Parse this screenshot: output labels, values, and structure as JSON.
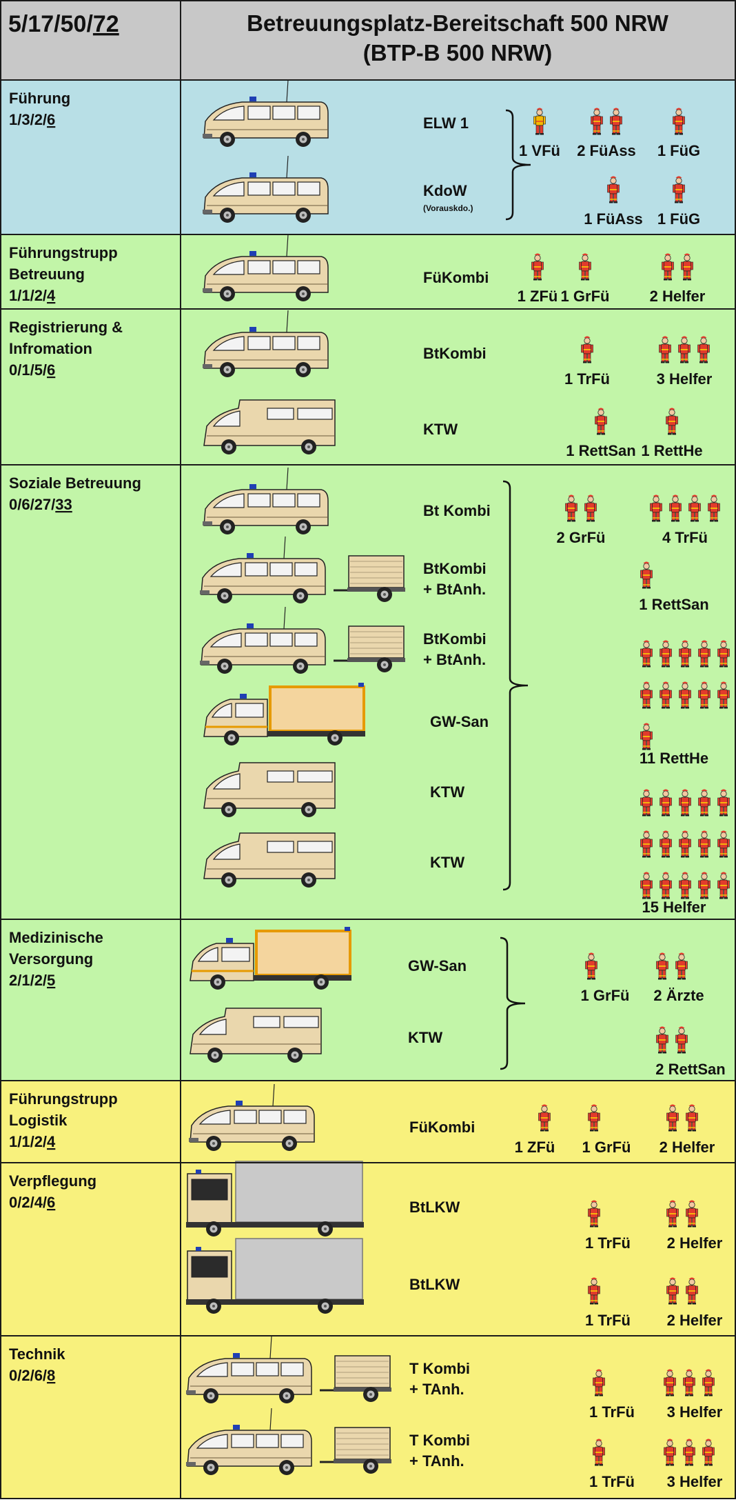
{
  "header": {
    "strength": "5/17/50/",
    "strength_total": "72",
    "title_line1": "Betreuungsplatz-Bereitschaft 500 NRW",
    "title_line2": "(BTP-B 500 NRW)"
  },
  "colors": {
    "header_bg": "#c8c8c8",
    "blue_bg": "#b8dfe6",
    "green_bg": "#c2f5a8",
    "yellow_bg": "#f8f17d",
    "vehicle_body": "#ead7ad",
    "person_red": "#e23b2c",
    "grid": "#1a1a1a"
  },
  "sections": [
    {
      "id": "fuehrung",
      "name_lines": [
        "Führung"
      ],
      "strength": "1/3/2/",
      "total": "6",
      "color": "blue_bg",
      "vehicles": [
        {
          "label": "ELW 1",
          "sub": "",
          "type": "van"
        },
        {
          "label": "KdoW",
          "sub": "(Vorauskdo.)",
          "type": "van"
        }
      ],
      "crew_rows": [
        {
          "groups": [
            {
              "count": 1,
              "label": "1 VFü",
              "hi": true
            },
            {
              "count": 2,
              "label": "2 FüAss"
            },
            {
              "count": 1,
              "label": "1 FüG"
            }
          ]
        },
        {
          "groups": [
            {
              "count": 1,
              "label": "1 FüAss"
            },
            {
              "count": 1,
              "label": "1 FüG"
            }
          ]
        }
      ]
    },
    {
      "id": "fuehrungstrupp-betreuung",
      "name_lines": [
        "Führungstrupp",
        "Betreuung"
      ],
      "strength": "1/1/2/",
      "total": "4",
      "color": "green_bg",
      "vehicles": [
        {
          "label": "FüKombi",
          "sub": "",
          "type": "van"
        }
      ],
      "crew_rows": [
        {
          "groups": [
            {
              "count": 1,
              "label": "1 ZFü"
            },
            {
              "count": 1,
              "label": "1 GrFü"
            },
            {
              "count": 2,
              "label": "2 Helfer"
            }
          ]
        }
      ]
    },
    {
      "id": "registrierung",
      "name_lines": [
        "Registrierung &",
        "Infromation"
      ],
      "strength": "0/1/5/",
      "total": "6",
      "color": "green_bg",
      "vehicles": [
        {
          "label": "BtKombi",
          "sub": "",
          "type": "van"
        },
        {
          "label": "KTW",
          "sub": "",
          "type": "ktw"
        }
      ],
      "crew_rows": [
        {
          "groups": [
            {
              "count": 1,
              "label": "1 TrFü"
            },
            {
              "count": 3,
              "label": "3 Helfer"
            }
          ]
        },
        {
          "groups": [
            {
              "count": 1,
              "label": "1 RettSan"
            },
            {
              "count": 1,
              "label": "1 RettHe"
            }
          ]
        }
      ]
    },
    {
      "id": "soziale-betreuung",
      "name_lines": [
        "Soziale Betreuung"
      ],
      "strength": "0/6/27/",
      "total": "33",
      "color": "green_bg",
      "vehicles": [
        {
          "label": "Bt Kombi",
          "sub": "",
          "type": "van"
        },
        {
          "label": "BtKombi",
          "label2": "+ BtAnh.",
          "sub": "",
          "type": "van_trailer"
        },
        {
          "label": "BtKombi",
          "label2": "+ BtAnh.",
          "sub": "",
          "type": "van_trailer"
        },
        {
          "label": "GW-San",
          "sub": "",
          "type": "pickup"
        },
        {
          "label": "KTW",
          "sub": "",
          "type": "ktw"
        },
        {
          "label": "KTW",
          "sub": "",
          "type": "ktw"
        }
      ],
      "crew_rows": [
        {
          "groups": [
            {
              "count": 2,
              "label": "2 GrFü"
            },
            {
              "count": 4,
              "label": "4 TrFü"
            }
          ]
        },
        {
          "groups": [
            {
              "count": 1,
              "label": "1 RettSan"
            }
          ]
        },
        {
          "groups": [
            {
              "count": 11,
              "label": "11 RettHe"
            }
          ]
        },
        {
          "groups": [
            {
              "count": 15,
              "label": "15 Helfer"
            }
          ]
        }
      ]
    },
    {
      "id": "medizinische-versorgung",
      "name_lines": [
        "Medizinische",
        "Versorgung"
      ],
      "strength": "2/1/2/",
      "total": "5",
      "color": "green_bg",
      "vehicles": [
        {
          "label": "GW-San",
          "sub": "",
          "type": "pickup"
        },
        {
          "label": "KTW",
          "sub": "",
          "type": "ktw"
        }
      ],
      "crew_rows": [
        {
          "groups": [
            {
              "count": 1,
              "label": "1 GrFü"
            },
            {
              "count": 2,
              "label": "2 Ärzte"
            }
          ]
        },
        {
          "groups": [
            {
              "count": 2,
              "label": "2 RettSan"
            }
          ]
        }
      ]
    },
    {
      "id": "fuehrungstrupp-logistik",
      "name_lines": [
        "Führungstrupp",
        "Logistik"
      ],
      "strength": "1/1/2/",
      "total": "4",
      "color": "yellow_bg",
      "vehicles": [
        {
          "label": "FüKombi",
          "sub": "",
          "type": "van"
        }
      ],
      "crew_rows": [
        {
          "groups": [
            {
              "count": 1,
              "label": "1 ZFü"
            },
            {
              "count": 1,
              "label": "1 GrFü"
            },
            {
              "count": 2,
              "label": "2 Helfer"
            }
          ]
        }
      ]
    },
    {
      "id": "verpflegung",
      "name_lines": [
        "Verpflegung"
      ],
      "strength": "0/2/4/",
      "total": "6",
      "color": "yellow_bg",
      "vehicles": [
        {
          "label": "BtLKW",
          "sub": "",
          "type": "truck"
        },
        {
          "label": "BtLKW",
          "sub": "",
          "type": "truck"
        }
      ],
      "crew_rows": [
        {
          "groups": [
            {
              "count": 1,
              "label": "1 TrFü"
            },
            {
              "count": 2,
              "label": "2 Helfer"
            }
          ]
        },
        {
          "groups": [
            {
              "count": 1,
              "label": "1 TrFü"
            },
            {
              "count": 2,
              "label": "2 Helfer"
            }
          ]
        }
      ]
    },
    {
      "id": "technik",
      "name_lines": [
        "Technik"
      ],
      "strength": "0/2/6/",
      "total": "8",
      "color": "yellow_bg",
      "vehicles": [
        {
          "label": "T Kombi",
          "label2": "+ TAnh.",
          "sub": "",
          "type": "van_trailer"
        },
        {
          "label": "T Kombi",
          "label2": "+ TAnh.",
          "sub": "",
          "type": "van_trailer"
        }
      ],
      "crew_rows": [
        {
          "groups": [
            {
              "count": 1,
              "label": "1 TrFü"
            },
            {
              "count": 3,
              "label": "3 Helfer"
            }
          ]
        },
        {
          "groups": [
            {
              "count": 1,
              "label": "1 TrFü"
            },
            {
              "count": 3,
              "label": "3 Helfer"
            }
          ]
        }
      ]
    }
  ]
}
